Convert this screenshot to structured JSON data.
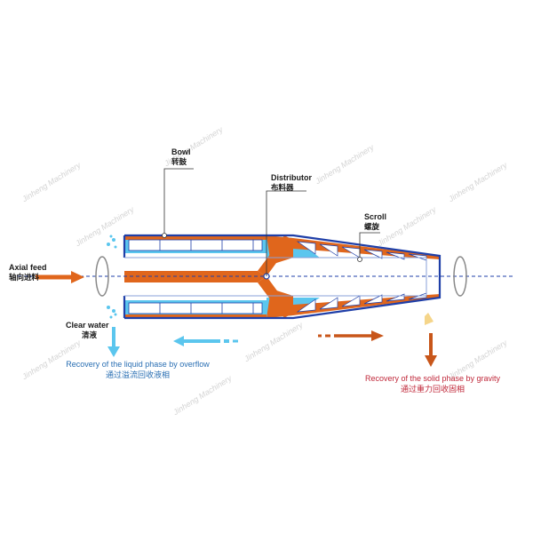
{
  "labels": {
    "bowl_en": "Bowl",
    "bowl_zh": "转鼓",
    "distributor_en": "Distributor",
    "distributor_zh": "布料器",
    "scroll_en": "Scroll",
    "scroll_zh": "螺旋",
    "axial_feed_en": "Axial feed",
    "axial_feed_zh": "轴向进料",
    "clear_water_en": "Clear water",
    "clear_water_zh": "清液",
    "liquid_recovery_en": "Recovery of the liquid phase by overflow",
    "liquid_recovery_zh": "通过溢流回收液相",
    "solid_recovery_en": "Recovery of the solid phase by gravity",
    "solid_recovery_zh": "通过重力回收固相"
  },
  "watermark": "Jinheng Machinery",
  "colors": {
    "bowl_outline": "#1f3fa8",
    "solid_phase": "#e0661c",
    "liquid_phase": "#5bc6ee",
    "axis_line": "#1f3fa8",
    "liquid_caption": "#2a6fb3",
    "solid_caption": "#c0283a",
    "arrow_solid": "#c8561a",
    "arrow_liquid": "#5bc6ee"
  }
}
